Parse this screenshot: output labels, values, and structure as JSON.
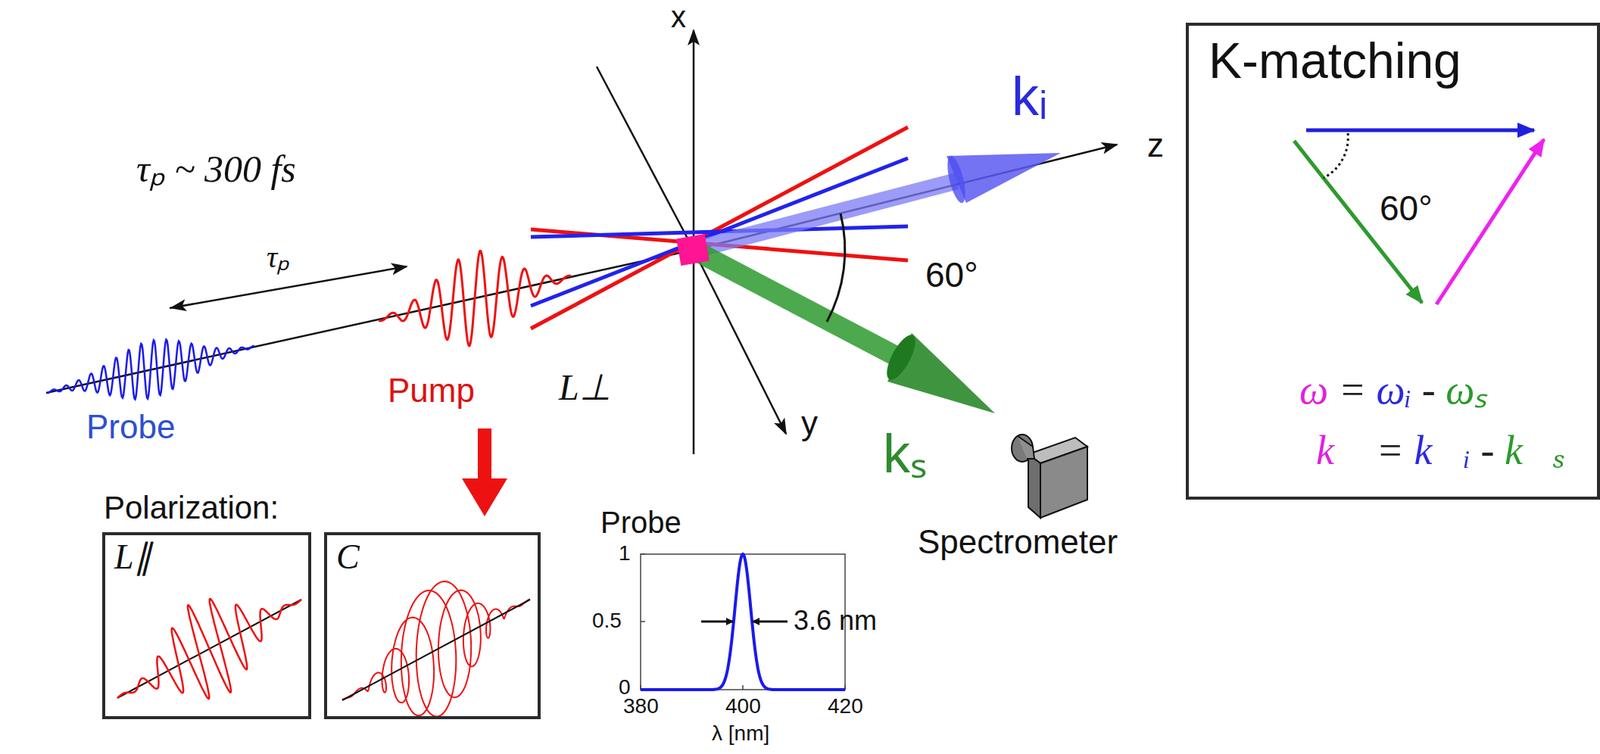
{
  "diagram": {
    "nodes": [
      {
        "text": [
          "K-matching",
          "60°",
          "ω = ωᵢ - ωₛ",
          "k⃗ = k⃗ᵢ - k⃗ₛ"
        ]
      },
      {
        "text": [
          "L∥"
        ]
      },
      {
        "text": [
          "C"
        ]
      }
    ],
    "labels": [
      "x",
      "z",
      "y",
      "τₚ ~ 300 fs",
      "τₚ",
      "Probe",
      "Pump",
      "L⊥",
      "kᵢ",
      "60°",
      "kₛ",
      "Spectrometer",
      "Polarization:",
      "Probe",
      "1",
      "0.5",
      "0",
      "380",
      "400",
      "420",
      "λ [nm]",
      "3.6 nm"
    ]
  }
}
